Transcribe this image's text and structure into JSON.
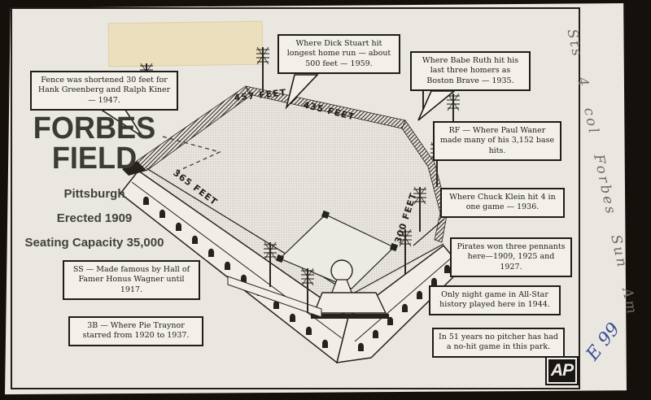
{
  "header": {
    "title_line1": "FORBES",
    "title_line2": "FIELD",
    "city": "Pittsburgh",
    "erected": "Erected 1909",
    "capacity": "Seating Capacity 35,000"
  },
  "callouts": {
    "fence": "Fence was shortened 30 feet for Hank Greenberg and Ralph Kiner — 1947.",
    "dick_stuart": "Where Dick Stuart hit longest home run — about 500 feet — 1959.",
    "babe_ruth": "Where Babe Ruth hit his last three homers as Boston Brave — 1935.",
    "paul_waner": "RF — Where Paul Waner made many of his 3,152 base hits.",
    "chuck_klein": "Where Chuck Klein hit 4 in one game — 1936.",
    "pirates": "Pirates won three pennants here—1909, 1925 and 1927.",
    "night_game": "Only night game in All-Star history played here in 1944.",
    "no_hit": "In 51 years no pitcher has had a no-hit game in this park.",
    "honus_wagner": "SS — Made famous by Hall of Famer Honus Wagner until 1917.",
    "pie_traynor": "3B — Where Pie Traynor starred from 1920 to 1937."
  },
  "field": {
    "labels": {
      "left_center": "457 FEET",
      "center": "435 FEET",
      "left_line": "365 FEET",
      "right_line": "300 FEET"
    }
  },
  "margin": {
    "note": "Sts 4 col Forbes Sun Am",
    "code": "E 99"
  },
  "credit": {
    "agency": "AP"
  },
  "colors": {
    "paper": "#e9e7e0",
    "ink": "#201d18",
    "background": "#14110c",
    "tape": "#ebdfbd",
    "pencil": "#6f6b64",
    "pen_blue": "#3d4f9e"
  }
}
